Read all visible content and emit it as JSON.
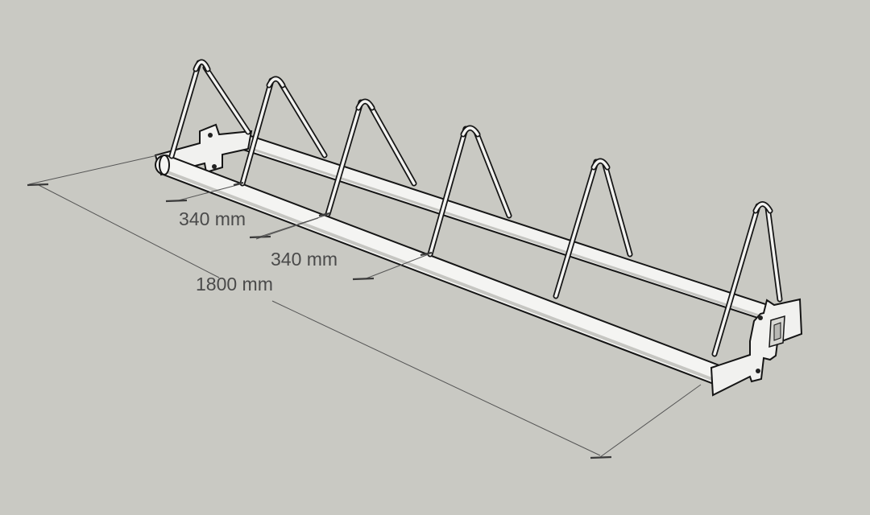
{
  "diagram": {
    "dimensions": [
      {
        "id": "overall-length",
        "label": "1800 mm"
      },
      {
        "id": "spacing-1",
        "label": "340 mm"
      },
      {
        "id": "spacing-2",
        "label": "340 mm"
      }
    ],
    "colors": {
      "background": "#c9c9c3",
      "tube_fill": "#f3f3f1",
      "outline": "#151515",
      "dimension_line": "#555555"
    }
  }
}
